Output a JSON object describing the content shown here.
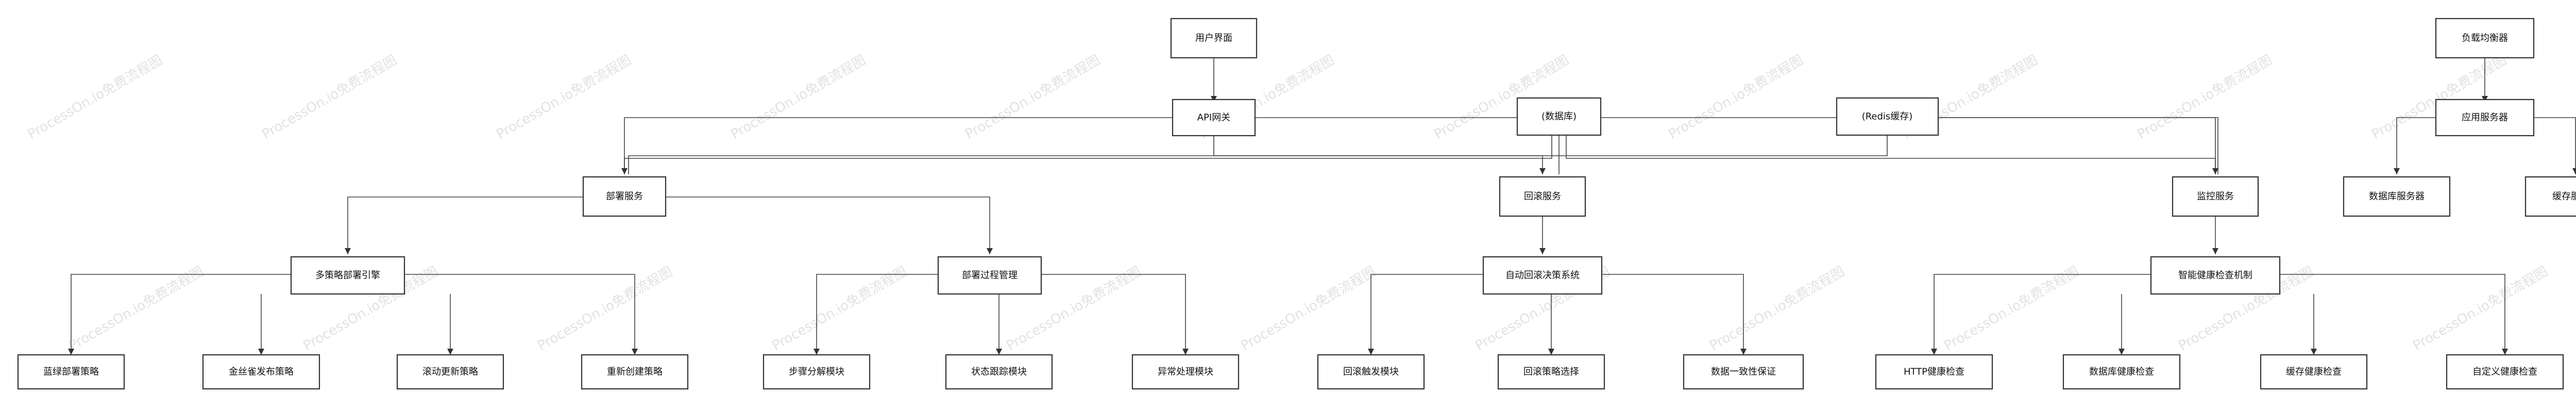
{
  "watermark": "ProcessOn.io免费流程图",
  "nodes": {
    "user_ui": "用户界面",
    "api_gateway": "API网关",
    "database": "(数据库)",
    "redis_cache": "(Redis缓存)",
    "deploy_service": "部署服务",
    "rollback_service": "回滚服务",
    "monitor_service": "监控服务",
    "multi_strategy_engine": "多策略部署引擎",
    "deploy_process_mgmt": "部署过程管理",
    "auto_rollback_system": "自动回滚决策系统",
    "health_check_mechanism": "智能健康检查机制",
    "blue_green": "蓝绿部署策略",
    "canary": "金丝雀发布策略",
    "rolling_update": "滚动更新策略",
    "recreate": "重新创建策略",
    "step_decompose": "步骤分解模块",
    "status_tracking": "状态跟踪模块",
    "exception_handling": "异常处理模块",
    "rollback_trigger": "回滚触发模块",
    "rollback_strategy_select": "回滚策略选择",
    "data_consistency": "数据一致性保证",
    "http_health": "HTTP健康检查",
    "db_health": "数据库健康检查",
    "cache_health": "缓存健康检查",
    "custom_health": "自定义健康检查",
    "load_balancer": "负载均衡器",
    "app_server": "应用服务器",
    "db_server": "数据库服务器",
    "cache_server": "缓存服务器"
  }
}
